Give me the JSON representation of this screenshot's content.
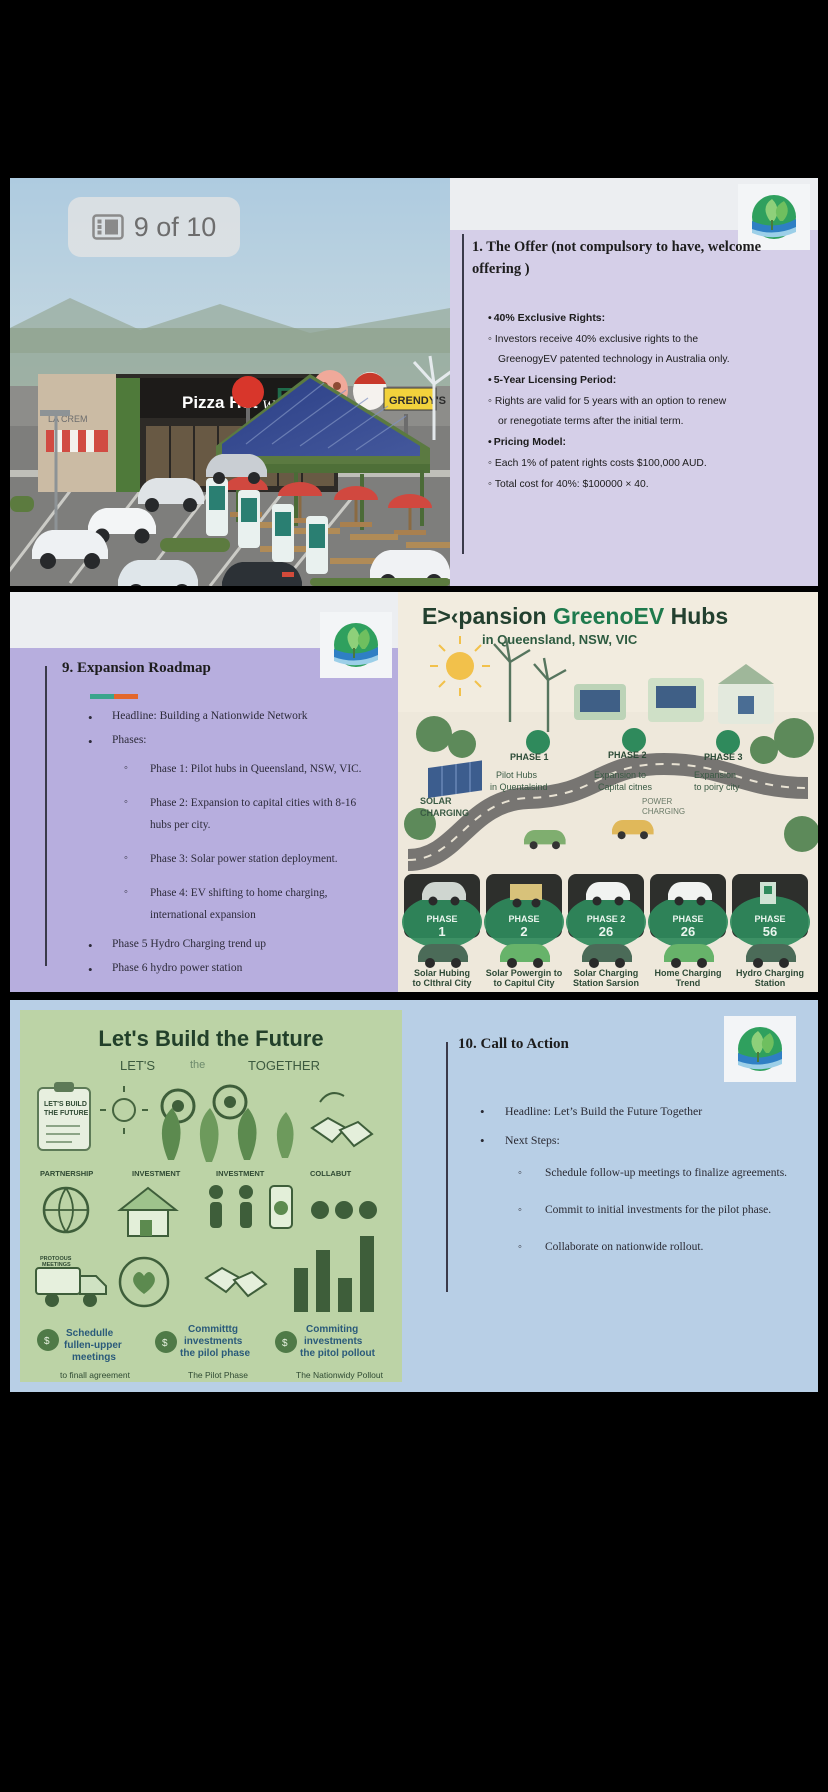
{
  "overlay": {
    "page_indicator": "9 of 10",
    "icon": "slides-layout-icon"
  },
  "brand": {
    "logo_name": "greenogy-ev-leaf-logo"
  },
  "slide1": {
    "title": "1. The Offer (not compulsory to have, welcome offering )",
    "bullets": [
      {
        "level": "head",
        "text": "40% Exclusive Rights:"
      },
      {
        "level": "sub",
        "text": "Investors receive 40% exclusive rights to the"
      },
      {
        "level": "cont",
        "text": "GreenogyEV patented technology in Australia only."
      },
      {
        "level": "head",
        "text": "5-Year Licensing Period:"
      },
      {
        "level": "sub",
        "text": "Rights are valid for 5 years with an option to renew"
      },
      {
        "level": "cont",
        "text": "or renegotiate terms after the initial term."
      },
      {
        "level": "head",
        "text": "Pricing Model:"
      },
      {
        "level": "sub",
        "text": "Each 1% of patent rights costs $100,000 AUD."
      },
      {
        "level": "sub",
        "text": "Total cost for 40%: $100000 × 40."
      }
    ],
    "photo": {
      "name": "ev-charging-hub-foodcourt-render",
      "signs": [
        "EV",
        "Pizza Hut",
        "Wendy's",
        "GRENDY'S",
        "LA CREM"
      ]
    }
  },
  "slide2": {
    "title": "9. Expansion Roadmap",
    "accent_colors": [
      "#3aa58c",
      "#e3672c"
    ],
    "bullets": [
      {
        "level": 1,
        "text": "Headline: Building a Nationwide Network"
      },
      {
        "level": 1,
        "text": "Phases:"
      },
      {
        "level": 2,
        "text": "Phase 1: Pilot hubs in Queensland, NSW, VIC."
      },
      {
        "level": 2,
        "text": "Phase 2: Expansion to capital cities with 8-16 hubs per city."
      },
      {
        "level": 2,
        "text": "Phase 3: Solar power station deployment."
      },
      {
        "level": 2,
        "text": "Phase 4: EV shifting to home charging, international expansion"
      },
      {
        "level": 1,
        "text": "Phase 5 Hydro Charging trend up"
      },
      {
        "level": 1,
        "text": "Phase 6 hydro power station"
      }
    ],
    "infographic": {
      "name": "expansion-roadmap-infographic",
      "title": "Expansion GreenoEV Hubs",
      "subtitle": "in Queensland, NSW, VIC",
      "road_labels": [
        {
          "phase": "PHASE 1",
          "text": "Pilot Hubs in Queensland"
        },
        {
          "phase": "PHASE 2",
          "text": "Expansion to Capital cities"
        },
        {
          "phase": "PHASE 3",
          "text": "Expansion to poiry city"
        }
      ],
      "side_labels": [
        "SOLAR CHARGING",
        "POWER CHARGING"
      ],
      "cards": [
        {
          "phase": "PHASE",
          "num": "1",
          "caption": "Solar Hubing to Clthral City"
        },
        {
          "phase": "PHASE",
          "num": "2",
          "caption": "Solar Powergin to to Capitul City"
        },
        {
          "phase": "PHASE 2",
          "num": "26",
          "caption": "Solar Charging Station Starsion"
        },
        {
          "phase": "PHASE",
          "num": "26",
          "caption": "Home Charging Trend"
        },
        {
          "phase": "PHASE",
          "num": "56",
          "caption": "Hydro Charging Station"
        }
      ]
    }
  },
  "slide3": {
    "title": "10. Call to Action",
    "bullets": [
      {
        "level": 1,
        "text": "Headline: Let’s Build the Future Together"
      },
      {
        "level": 1,
        "text": "Next Steps:"
      },
      {
        "level": 2,
        "text": "Schedule follow-up meetings to finalize agreements."
      },
      {
        "level": 2,
        "text": "Commit to initial investments for the pilot phase."
      },
      {
        "level": 2,
        "text": "Collaborate on nationwide rollout."
      }
    ],
    "infographic": {
      "name": "lets-build-the-future-infographic",
      "title": "Let’s Build the Future",
      "subtitle_left": "LET’s",
      "subtitle_mid": "the",
      "subtitle_right": "TOGETHER",
      "board_text": "LET'S BUILD THE FUTURE",
      "row_labels": [
        "PARTNERSHIP",
        "INVESTMENT",
        "INVESTMENT",
        "COLLABUT"
      ],
      "truck_label": "PROTOOUS MEETINGS",
      "columns": [
        {
          "title": "Schedulle fullen-upper meetings",
          "caption": "to finall agreement"
        },
        {
          "title": "Committtg investments the pilol phase",
          "caption": "The Pilot Phase"
        },
        {
          "title": "Commiting investments the pitol pollout",
          "caption": "The Nationwidy Pollout"
        }
      ]
    }
  }
}
